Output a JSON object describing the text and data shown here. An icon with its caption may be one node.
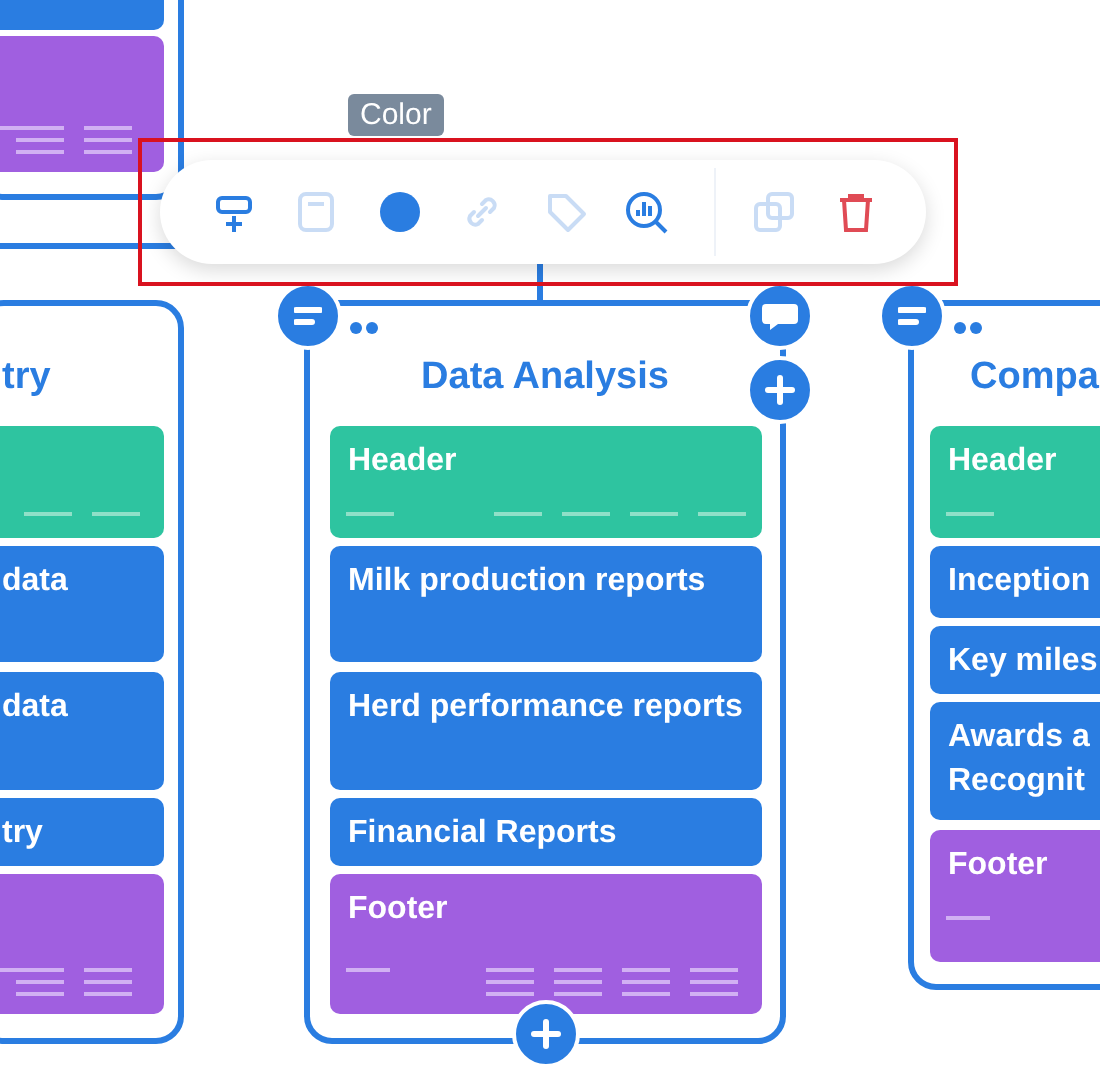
{
  "diagram": {
    "nodes": [
      {
        "text": [],
        "shape": "box"
      },
      {
        "text": [],
        "shape": "bar",
        "in": 0
      },
      {
        "text": [],
        "shape": "bar",
        "in": 0
      },
      {
        "text": [
          "try"
        ]
      },
      {
        "text": [],
        "shape": "bar",
        "in": 3
      },
      {
        "text": [
          "data"
        ],
        "in": 3
      },
      {
        "text": [
          "data"
        ],
        "in": 3
      },
      {
        "text": [
          "try"
        ],
        "in": 3
      },
      {
        "text": [],
        "shape": "bar",
        "in": 3
      },
      {
        "text": [
          "Data Analysis"
        ]
      },
      {
        "text": [
          "Header"
        ],
        "in": 9
      },
      {
        "text": [
          "Milk production reports"
        ],
        "in": 9
      },
      {
        "text": [
          "Herd performance reports"
        ],
        "in": 9
      },
      {
        "text": [
          "Financial Reports"
        ],
        "in": 9
      },
      {
        "text": [
          "Footer"
        ],
        "in": 9
      },
      {
        "text": [
          "Compa"
        ]
      },
      {
        "text": [
          "Header"
        ],
        "in": 15
      },
      {
        "text": [
          "Inception"
        ],
        "in": 15
      },
      {
        "text": [
          "Key miles"
        ],
        "in": 15
      },
      {
        "text": [
          "Awards a Recognit"
        ],
        "in": 15
      },
      {
        "text": [
          "Footer"
        ],
        "in": 15
      }
    ],
    "edges": [
      {
        "from": null,
        "to": 9,
        "arrow": "none"
      }
    ],
    "labels": [
      "Color"
    ]
  }
}
